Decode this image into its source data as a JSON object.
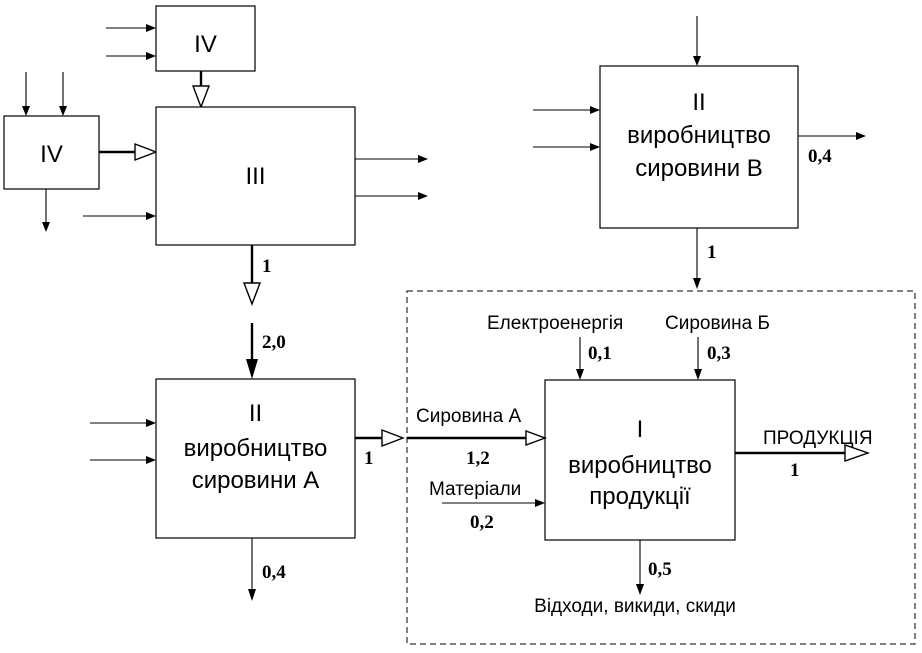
{
  "blocks": {
    "iv_top": {
      "label": "IV"
    },
    "iv_left": {
      "label": "IV"
    },
    "iii": {
      "label": "III"
    },
    "prod_v": {
      "lines": [
        "II",
        "виробництво",
        "сировини В"
      ]
    },
    "prod_a": {
      "lines": [
        "II",
        "виробництво",
        "сировини А"
      ]
    },
    "prod_main": {
      "lines": [
        "I",
        "виробництво",
        "продукції"
      ]
    }
  },
  "flows": {
    "iii_out": "1",
    "a_in": "2,0",
    "a_out": "1",
    "a_waste": "0,4",
    "v_side": "0,4",
    "v_out": "1",
    "electricity": {
      "label": "Електроенергія",
      "value": "0,1"
    },
    "raw_b": {
      "label": "Сировина Б",
      "value": "0,3"
    },
    "raw_a": {
      "label": "Сировина А",
      "value": "1,2"
    },
    "materials": {
      "label": "Матеріали",
      "value": "0,2"
    },
    "product": {
      "label": "ПРОДУКЦІЯ",
      "value": "1"
    },
    "waste": {
      "label": "Відходи, викиди, скиди",
      "value": "0,5"
    }
  }
}
